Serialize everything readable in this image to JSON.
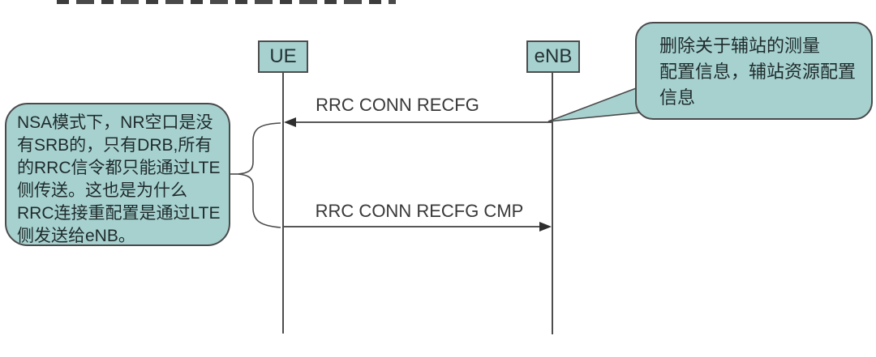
{
  "diagram": {
    "type": "sequence-diagram",
    "actors": [
      {
        "label": "UE"
      },
      {
        "label": "eNB"
      }
    ],
    "messages": [
      {
        "label": "RRC CONN RECFG",
        "from": "eNB",
        "to": "UE",
        "direction": "left"
      },
      {
        "label": "RRC CONN RECFG CMP",
        "from": "UE",
        "to": "eNB",
        "direction": "right"
      }
    ],
    "callouts": [
      {
        "position": "left",
        "attached_to": "both messages on UE lifeline",
        "text": "NSA模式下，NR空口是没有SRB的，只有DRB,所有的RRC信令都只能通过LTE侧传送。这也是为什么RRC连接重配置是通过LTE侧发送给eNB。",
        "lines": [
          "NSA模式下，NR空口是没",
          "有SRB的，只有DRB,所有",
          "的RRC信令都只能通过LTE",
          "侧传送。这也是为什么",
          "RRC连接重配置是通过LTE",
          "侧发送给eNB。"
        ]
      },
      {
        "position": "right",
        "attached_to": "RRC CONN RECFG origin on eNB lifeline",
        "text": "删除关于辅站的测量配置信息，辅站资源配置信息",
        "lines": [
          "删除关于辅站的测量",
          "配置信息，辅站资源配置",
          "信息"
        ]
      }
    ],
    "colors": {
      "bubble_fill": "#a6d1cf",
      "border": "#4a4a4a",
      "line": "#3f3f3f",
      "text": "#2b2b2b",
      "background": "#ffffff"
    }
  }
}
